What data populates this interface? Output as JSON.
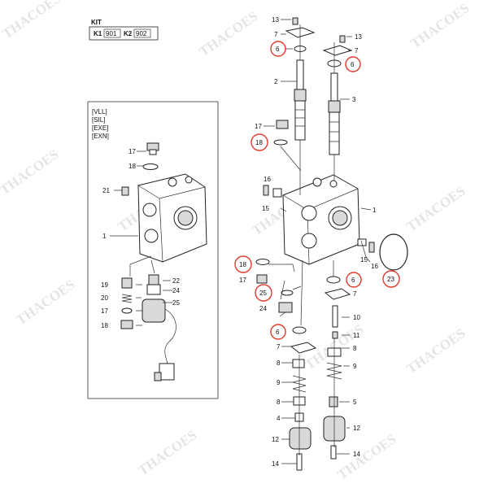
{
  "kit": {
    "title": "KIT",
    "items": [
      {
        "key": "K1",
        "value": "901"
      },
      {
        "key": "K2",
        "value": "902"
      }
    ]
  },
  "variants": [
    "[VLL]",
    "[SIL]",
    "[EXE]",
    "[EXN]"
  ],
  "watermark": "THACOES",
  "colors": {
    "highlight": "#e23a2b",
    "line": "#333333",
    "watermark": "#cfcfcf"
  },
  "callouts": {
    "c13a": "13",
    "c7a": "7",
    "c6a": "6",
    "c13b": "13",
    "c7b": "7",
    "c6b": "6",
    "c2": "2",
    "c3": "3",
    "c17a": "17",
    "c18a": "18",
    "c1a": "1",
    "c16": "16",
    "c15a": "15",
    "c15b": "15",
    "c16b": "16",
    "c23": "23",
    "c18b": "18",
    "c17b": "17",
    "c25a": "25",
    "c24a": "24",
    "c6c": "6",
    "c7c": "7",
    "c10": "10",
    "c6d": "6",
    "c7d": "7",
    "c11": "11",
    "c8a": "8",
    "c8b": "8",
    "c9a": "9",
    "c9b": "9",
    "c8c": "8",
    "c5": "5",
    "c4": "4",
    "c12a": "12",
    "c12b": "12",
    "c14a": "14",
    "c14b": "14",
    "l17": "17",
    "l18": "18",
    "l21": "21",
    "l1": "1",
    "l22": "22",
    "l19": "19",
    "l24": "24",
    "l20": "20",
    "l25": "25",
    "l17b": "17",
    "l18b": "18"
  }
}
